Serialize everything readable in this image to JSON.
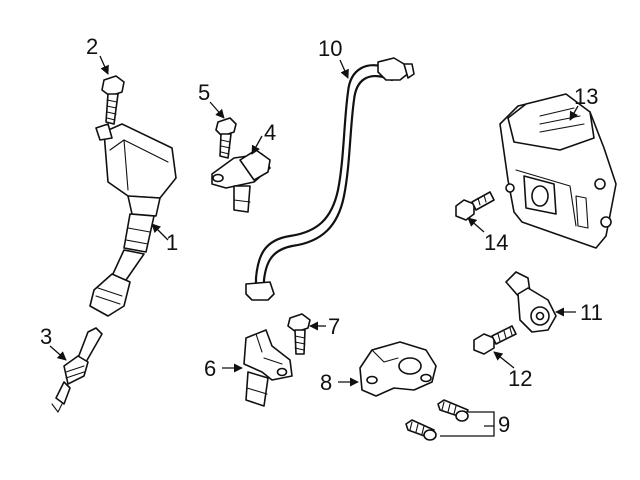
{
  "diagram": {
    "callouts": [
      {
        "id": "1",
        "label": "1"
      },
      {
        "id": "2",
        "label": "2"
      },
      {
        "id": "3",
        "label": "3"
      },
      {
        "id": "4",
        "label": "4"
      },
      {
        "id": "5",
        "label": "5"
      },
      {
        "id": "6",
        "label": "6"
      },
      {
        "id": "7",
        "label": "7"
      },
      {
        "id": "8",
        "label": "8"
      },
      {
        "id": "9",
        "label": "9"
      },
      {
        "id": "10",
        "label": "10"
      },
      {
        "id": "11",
        "label": "11"
      },
      {
        "id": "12",
        "label": "12"
      },
      {
        "id": "13",
        "label": "13"
      },
      {
        "id": "14",
        "label": "14"
      }
    ],
    "colors": {
      "line": "#111111",
      "background": "#ffffff"
    }
  }
}
